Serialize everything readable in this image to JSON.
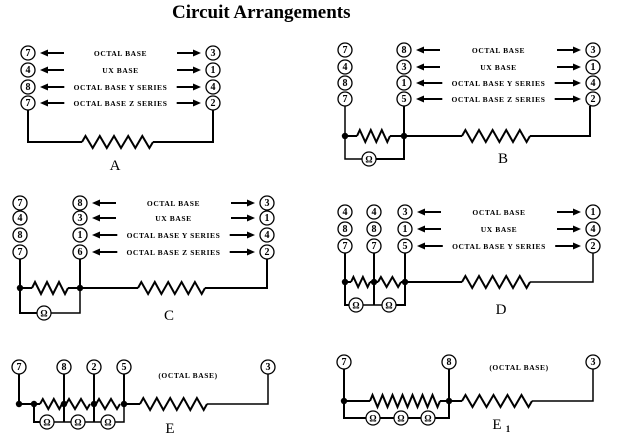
{
  "title": "Circuit Arrangements",
  "base_labels": {
    "octal": "OCTAL BASE",
    "ux": "UX BASE",
    "octal_y": "OCTAL BASE Y SERIES",
    "octal_z": "OCTAL BASE Z SERIES",
    "octal_paren": "(OCTAL BASE)"
  },
  "meter_symbol": "Ω",
  "sections": [
    {
      "id": "A",
      "label": "A",
      "left_pins": [
        "7",
        "4",
        "8",
        "7"
      ],
      "right_pins": [
        "3",
        "1",
        "4",
        "2"
      ],
      "rows": [
        "OCTAL BASE",
        "UX BASE",
        "OCTAL BASE Y SERIES",
        "OCTAL BASE Z SERIES"
      ]
    },
    {
      "id": "B",
      "label": "B",
      "outer_pins": [
        "7",
        "4",
        "8",
        "7"
      ],
      "left_pins": [
        "8",
        "3",
        "1",
        "5"
      ],
      "right_pins": [
        "3",
        "1",
        "4",
        "2"
      ],
      "rows": [
        "OCTAL BASE",
        "UX BASE",
        "OCTAL BASE Y SERIES",
        "OCTAL BASE Z SERIES"
      ],
      "meters": 1
    },
    {
      "id": "C",
      "label": "C",
      "outer_pins": [
        "7",
        "4",
        "8",
        "7"
      ],
      "left_pins": [
        "8",
        "3",
        "1",
        "6"
      ],
      "right_pins": [
        "3",
        "1",
        "4",
        "2"
      ],
      "rows": [
        "OCTAL BASE",
        "UX BASE",
        "OCTAL BASE Y SERIES",
        "OCTAL BASE Z SERIES"
      ],
      "meters": 1
    },
    {
      "id": "D",
      "label": "D",
      "outer_pins_1": [
        "4",
        "8",
        "7"
      ],
      "outer_pins_2": [
        "4",
        "8",
        "7"
      ],
      "left_pins": [
        "3",
        "1",
        "5"
      ],
      "right_pins": [
        "1",
        "4",
        "2"
      ],
      "rows": [
        "OCTAL BASE",
        "UX BASE",
        "OCTAL BASE Y SERIES"
      ],
      "meters": 2
    },
    {
      "id": "E",
      "label": "E",
      "pins": [
        "7",
        "8",
        "2",
        "5"
      ],
      "end_pin": "3",
      "note": "(OCTAL BASE)",
      "meters": 3
    },
    {
      "id": "E1",
      "label": "E",
      "label_sub": "1",
      "pins": [
        "7",
        "8"
      ],
      "end_pin": "3",
      "note": "(OCTAL BASE)",
      "meters": 3
    }
  ]
}
